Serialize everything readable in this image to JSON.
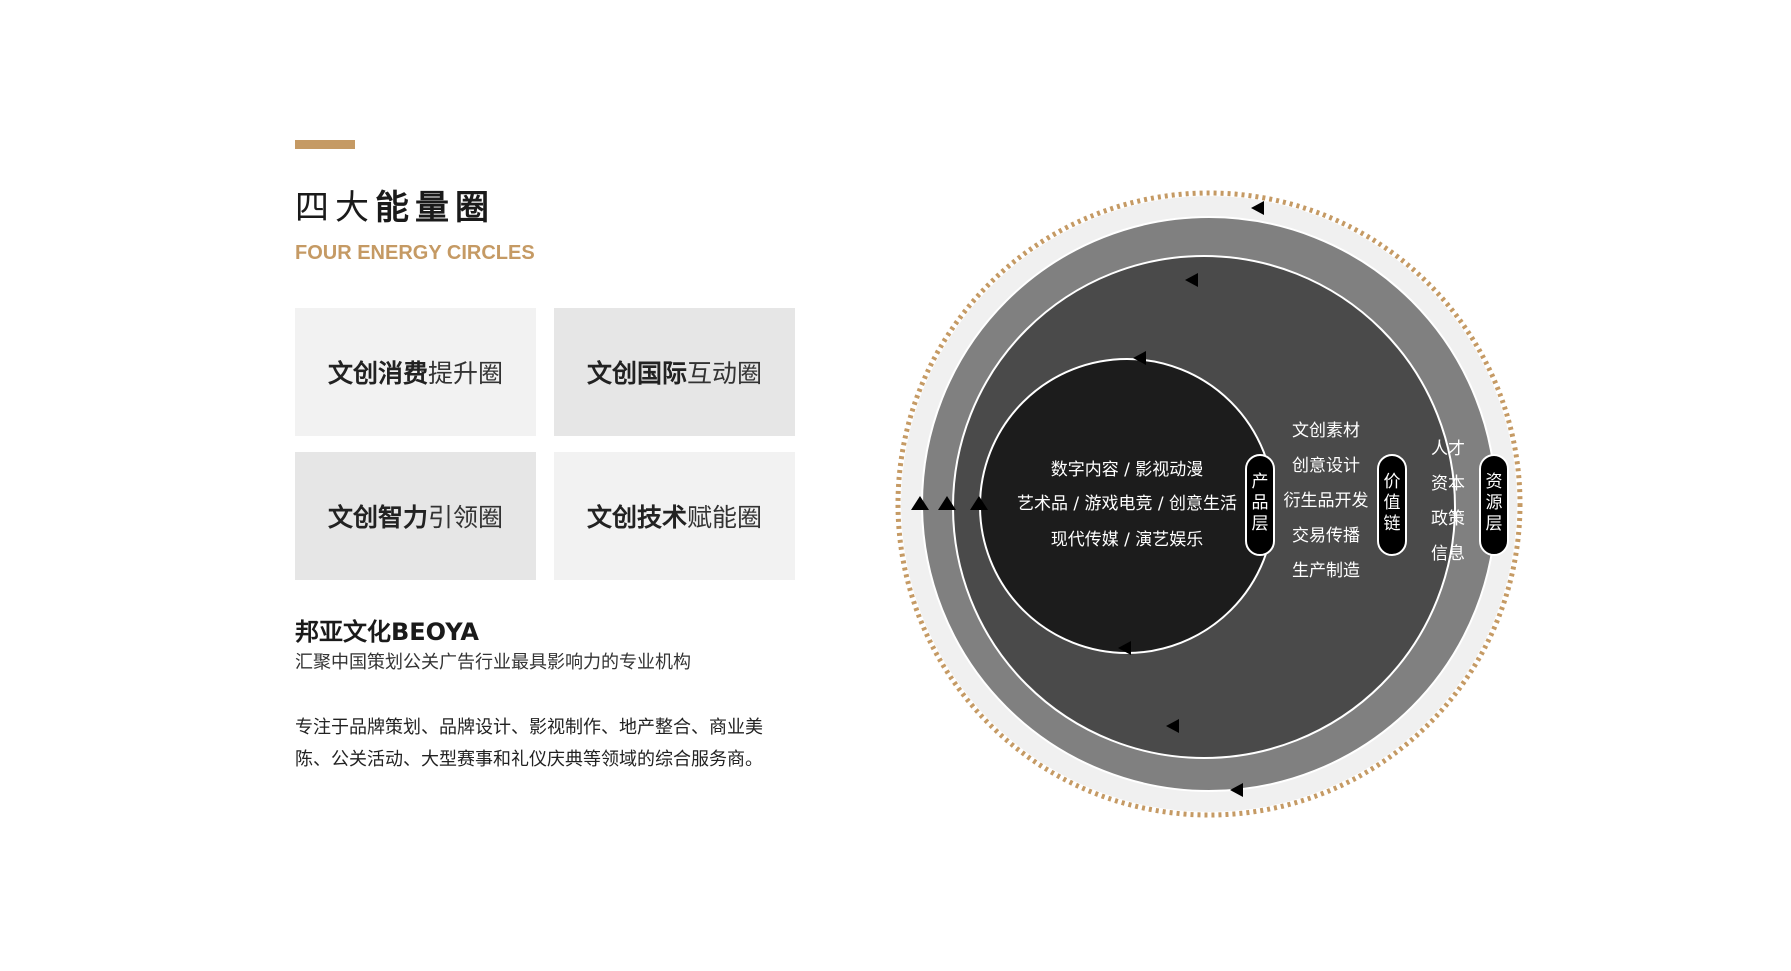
{
  "header": {
    "title_light": "四大",
    "title_bold": "能量圈",
    "subtitle": "FOUR ENERGY CIRCLES"
  },
  "cards": [
    {
      "bold": "文创消费",
      "normal": "提升圈"
    },
    {
      "bold": "文创国际",
      "normal": "互动圈"
    },
    {
      "bold": "文创智力",
      "normal": "引领圈"
    },
    {
      "bold": "文创技术",
      "normal": "赋能圈"
    }
  ],
  "company": {
    "name": "邦亚文化BEOYA",
    "tagline": "汇聚中国策划公关广告行业最具影响力的专业机构",
    "description": "专注于品牌策划、品牌设计、影视制作、地产整合、商业美陈、公关活动、大型赛事和礼仪庆典等领域的综合服务商。"
  },
  "diagram": {
    "inner_lines": [
      "数字内容 / 影视动漫",
      "艺术品 / 游戏电竞 / 创意生活",
      "现代传媒 / 演艺娱乐"
    ],
    "value_items": [
      "文创素材",
      "创意设计",
      "衍生品开发",
      "交易传播",
      "生产制造"
    ],
    "resource_items": [
      "人才",
      "资本",
      "政策",
      "信息"
    ],
    "layers": [
      {
        "label": "产品层",
        "chars": [
          "产",
          "品",
          "层"
        ]
      },
      {
        "label": "价值链",
        "chars": [
          "价",
          "值",
          "链"
        ]
      },
      {
        "label": "资源层",
        "chars": [
          "资",
          "源",
          "层"
        ]
      }
    ]
  },
  "colors": {
    "accent": "#c59a64",
    "ring_outer": "#808080",
    "ring_middle": "#4a4a4a",
    "ring_inner": "#1c1c1c",
    "halo": "#f0f0f0"
  }
}
